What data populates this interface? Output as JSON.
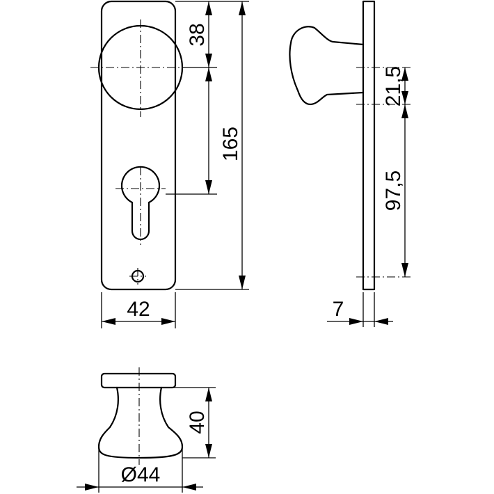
{
  "dimensions": {
    "knob_position": "38",
    "total_length": "165",
    "plate_width": "42",
    "knob_offset": "21,5",
    "key_distance": "97,5",
    "plate_thickness": "7",
    "knob_height": "40",
    "knob_diameter": "Ø44"
  }
}
